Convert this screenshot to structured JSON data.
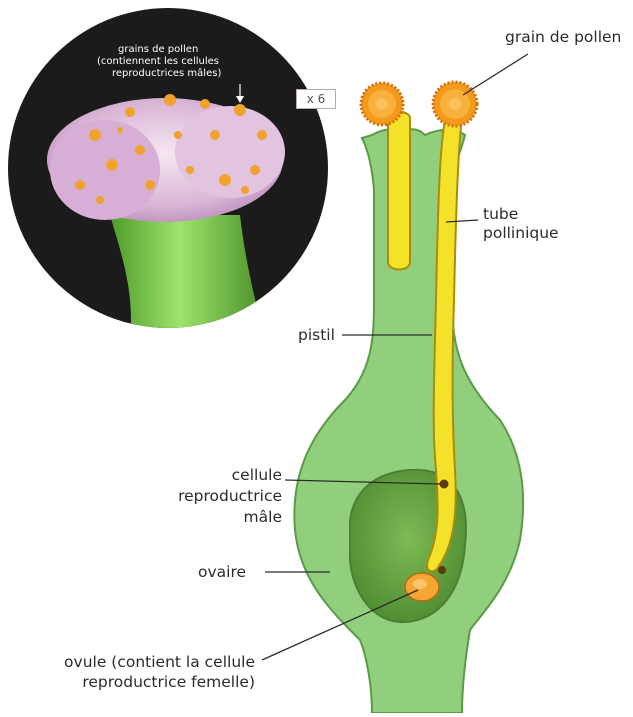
{
  "inset": {
    "label_line1": "grains de pollen",
    "label_line2": "(contiennent les cellules",
    "label_line3": "reproductrices mâles)",
    "magnification": "x 6"
  },
  "labels": {
    "grain_de_pollen": "grain de pollen",
    "tube_line1": "tube",
    "tube_line2": "pollinique",
    "pistil": "pistil",
    "cellule_line1": "cellule",
    "cellule_line2": "reproductrice",
    "cellule_line3": "mâle",
    "ovaire": "ovaire",
    "ovule_line1": "ovule (contient la cellule",
    "ovule_line2": "reproductrice femelle)"
  },
  "colors": {
    "pistil_fill": "#92cf7d",
    "pistil_stroke": "#5a9a48",
    "ovary_cavity": "#5f9e3e",
    "tube_fill": "#f4e22a",
    "tube_stroke": "#a88d0d",
    "pollen": "#f39a1c",
    "ovule": "#f5a531",
    "inset_bg": "#1b1b1b"
  }
}
